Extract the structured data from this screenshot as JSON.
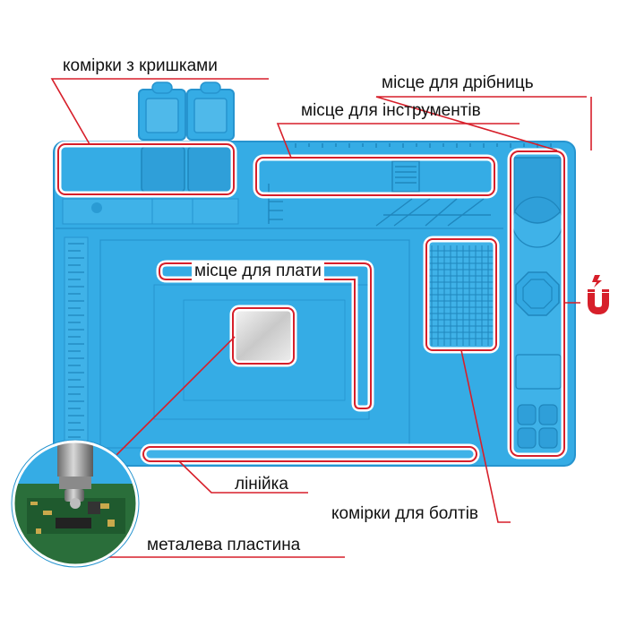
{
  "labels": {
    "cells_with_lids": "комірки з кришками",
    "small_parts": "місце для дрібниць",
    "tools": "місце для інструментів",
    "board": "місце для плати",
    "ruler": "лінійка",
    "bolt_cells": "комірки для болтів",
    "metal_plate": "металева пластина"
  },
  "icons": {
    "magnet": "magnet-icon"
  },
  "colors": {
    "mat": "#35ace5",
    "mat_dark": "#2694cf",
    "callout": "#d71f2a",
    "text": "#111111"
  }
}
